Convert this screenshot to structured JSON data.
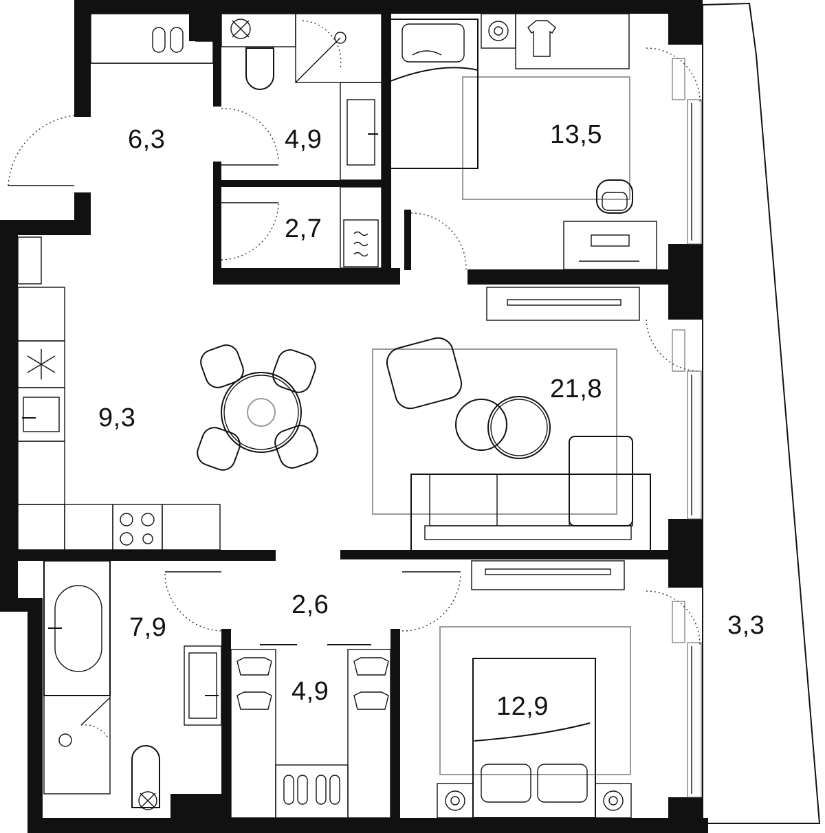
{
  "rooms": [
    {
      "id": "hall",
      "area": "6,3"
    },
    {
      "id": "bath-top",
      "area": "4,9"
    },
    {
      "id": "laundry",
      "area": "2,7"
    },
    {
      "id": "bedroom-top",
      "area": "13,5"
    },
    {
      "id": "kitchen-dining",
      "area": "9,3"
    },
    {
      "id": "living",
      "area": "21,8"
    },
    {
      "id": "bath-bottom",
      "area": "7,9"
    },
    {
      "id": "corridor",
      "area": "2,6"
    },
    {
      "id": "wardrobe",
      "area": "4,9"
    },
    {
      "id": "bedroom-bottom",
      "area": "12,9"
    },
    {
      "id": "balcony",
      "area": "3,3"
    }
  ],
  "icons": [
    "slippers-icon",
    "plant-icon",
    "toilet-icon",
    "sink-icon",
    "shower-icon",
    "bed-icon",
    "nightstand-icon",
    "shirt-icon",
    "desk-icon",
    "chair-icon",
    "washing-machine-icon",
    "fridge-icon",
    "stove-icon",
    "dining-table-icon",
    "sofa-icon",
    "coffee-table-icon",
    "armchair-icon",
    "tv-icon",
    "bathtub-icon",
    "wardrobe-icon"
  ]
}
